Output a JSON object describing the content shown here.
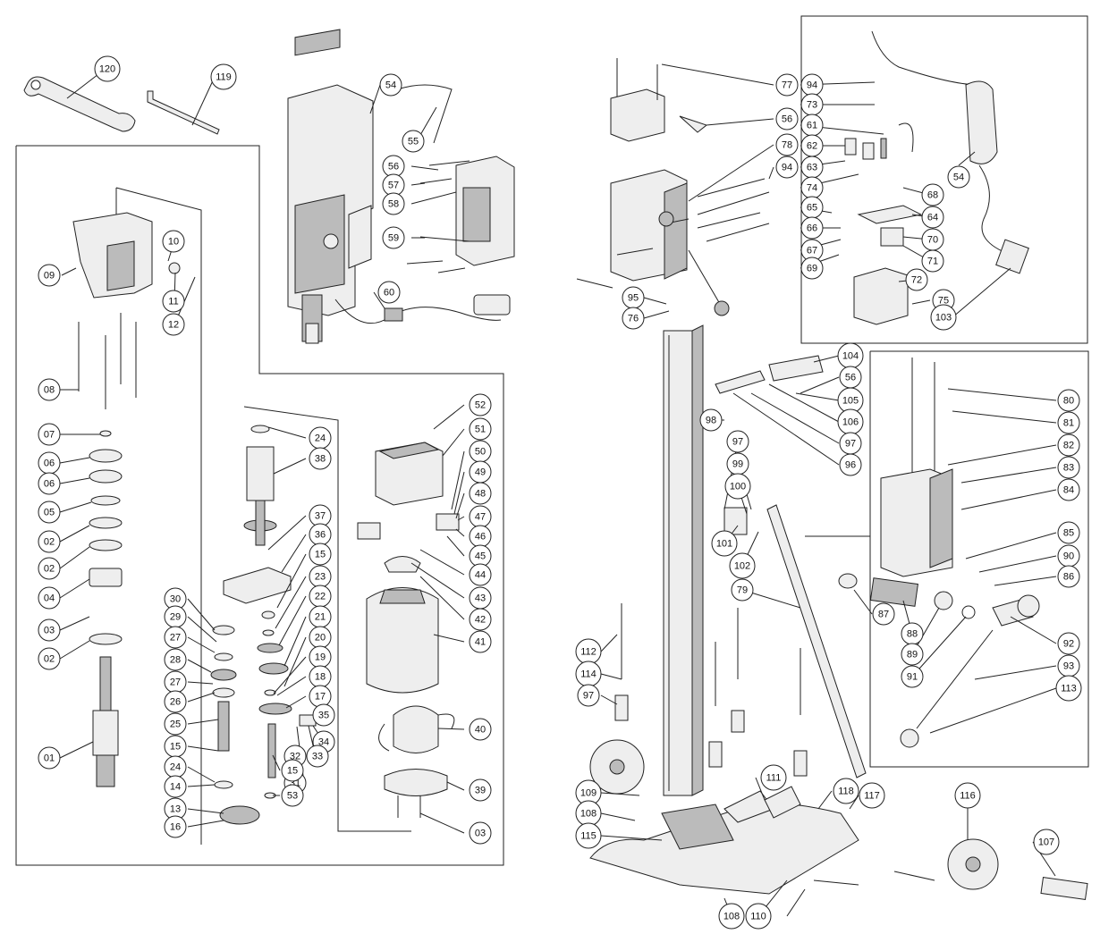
{
  "callouts": [
    "120",
    "119",
    "54",
    "55",
    "56",
    "57",
    "58",
    "59",
    "60",
    "09",
    "10",
    "11",
    "12",
    "08",
    "07",
    "06",
    "06",
    "05",
    "02",
    "02",
    "04",
    "03",
    "02",
    "01",
    "24",
    "38",
    "37",
    "36",
    "15",
    "23",
    "22",
    "21",
    "20",
    "19",
    "18",
    "17",
    "35",
    "34",
    "33",
    "32",
    "31",
    "30",
    "29",
    "27",
    "28",
    "27",
    "26",
    "25",
    "15",
    "24",
    "14",
    "13",
    "16",
    "15",
    "53",
    "52",
    "51",
    "50",
    "49",
    "48",
    "47",
    "46",
    "45",
    "44",
    "43",
    "42",
    "41",
    "40",
    "39",
    "03",
    "77",
    "56",
    "78",
    "94",
    "95",
    "76",
    "94",
    "73",
    "61",
    "62",
    "63",
    "74",
    "54",
    "68",
    "64",
    "65",
    "66",
    "67",
    "69",
    "70",
    "71",
    "72",
    "75",
    "103",
    "104",
    "56",
    "105",
    "106",
    "97",
    "96",
    "97",
    "98",
    "99",
    "100",
    "101",
    "102",
    "79",
    "80",
    "81",
    "82",
    "83",
    "84",
    "85",
    "90",
    "86",
    "87",
    "88",
    "89",
    "91",
    "92",
    "93",
    "113",
    "112",
    "114",
    "97",
    "111",
    "109",
    "108",
    "115",
    "118",
    "117",
    "116",
    "107",
    "108",
    "110"
  ]
}
